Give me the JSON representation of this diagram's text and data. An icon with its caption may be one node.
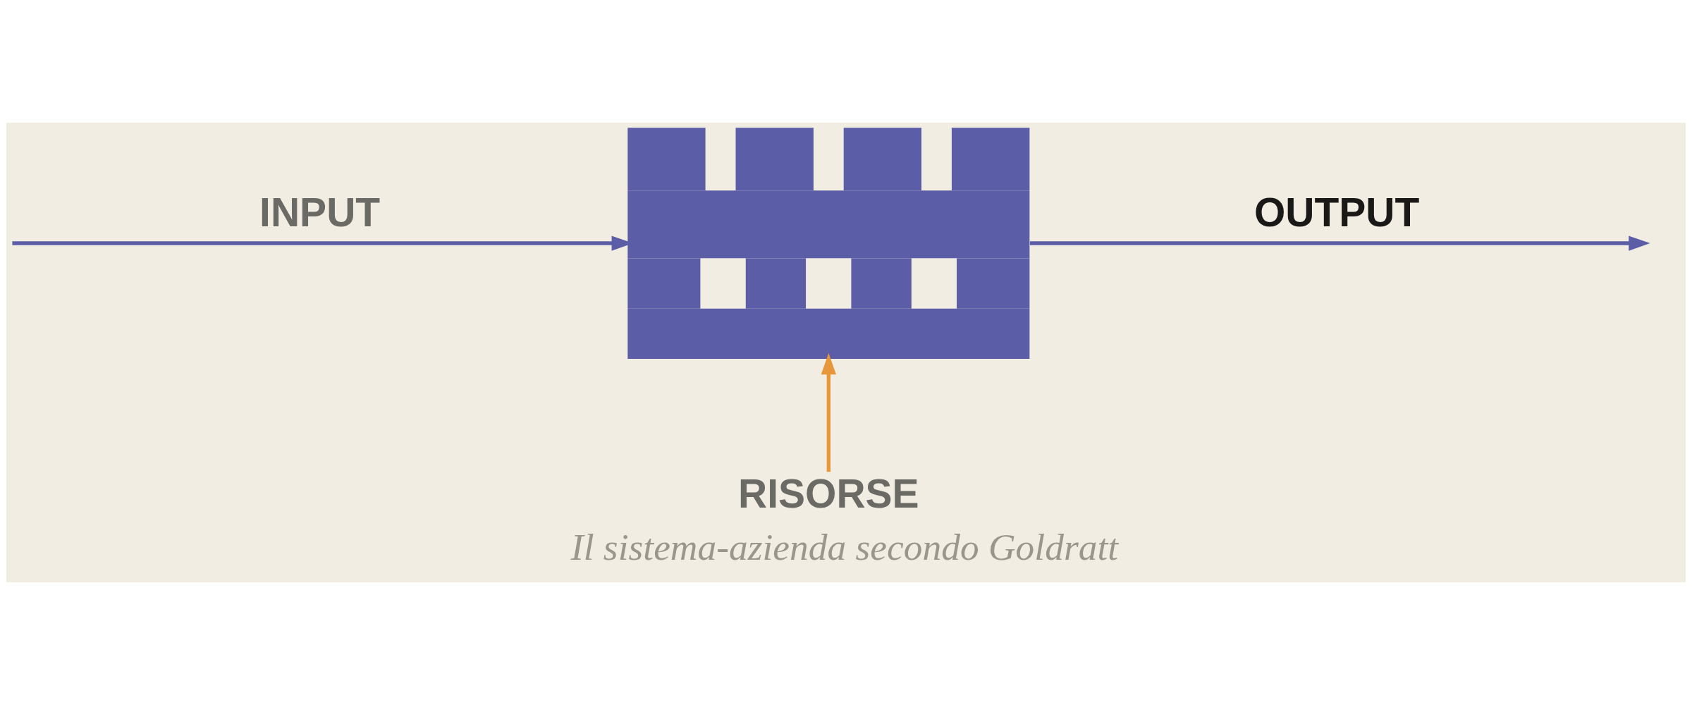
{
  "diagram": {
    "caption": "Il sistema-azienda secondo Goldratt",
    "nodes": [
      {
        "text": [],
        "shape": "picture"
      },
      {
        "text": [
          "RISORSE"
        ]
      }
    ],
    "edges": [
      {
        "from": null,
        "to": 0,
        "arrow": "to",
        "label": "INPUT"
      },
      {
        "from": 0,
        "to": null,
        "arrow": "to",
        "label": "OUTPUT"
      },
      {
        "from": 1,
        "to": 0,
        "arrow": "to",
        "color": "#e8963a"
      }
    ]
  }
}
